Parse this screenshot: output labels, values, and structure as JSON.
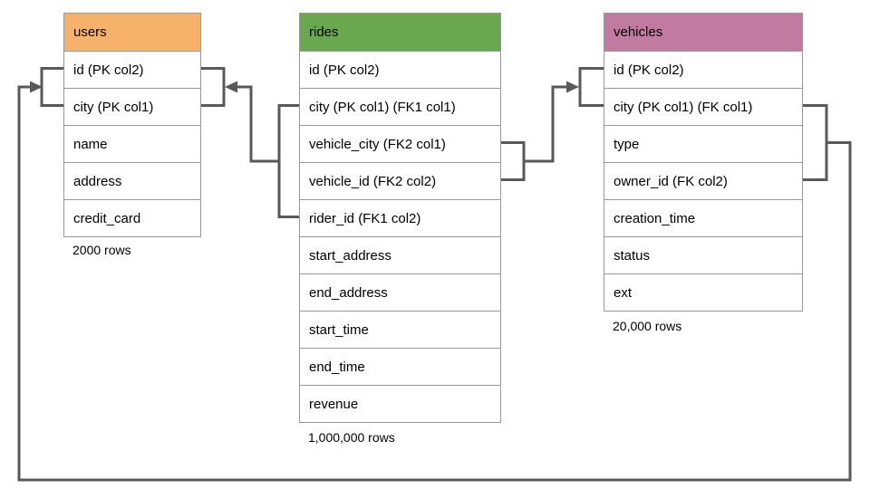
{
  "diagram": {
    "tables": [
      {
        "name": "users",
        "header_color": "#F6B26B",
        "columns": [
          "id (PK col2)",
          "city (PK col1)",
          "name",
          "address",
          "credit_card"
        ],
        "row_count": "2000 rows"
      },
      {
        "name": "rides",
        "header_color": "#6AA84F",
        "columns": [
          "id (PK col2)",
          "city (PK col1) (FK1 col1)",
          "vehicle_city (FK2 col1)",
          "vehicle_id (FK2 col2)",
          "rider_id (FK1 col2)",
          "start_address",
          "end_address",
          "start_time",
          "end_time",
          "revenue"
        ],
        "row_count": "1,000,000 rows"
      },
      {
        "name": "vehicles",
        "header_color": "#C27BA0",
        "columns": [
          "id (PK col2)",
          "city (PK col1) (FK col1)",
          "type",
          "owner_id (FK col2)",
          "creation_time",
          "status",
          "ext"
        ],
        "row_count": "20,000 rows"
      }
    ],
    "relationships": [
      {
        "from": "rides (city, rider_id)",
        "to": "users (id, city)"
      },
      {
        "from": "rides (vehicle_city, vehicle_id)",
        "to": "vehicles (id, city)"
      },
      {
        "from": "vehicles (city, owner_id)",
        "to": "users (id, city)"
      }
    ],
    "colors": {
      "connector": "#595959",
      "table_border": "#999999"
    }
  }
}
